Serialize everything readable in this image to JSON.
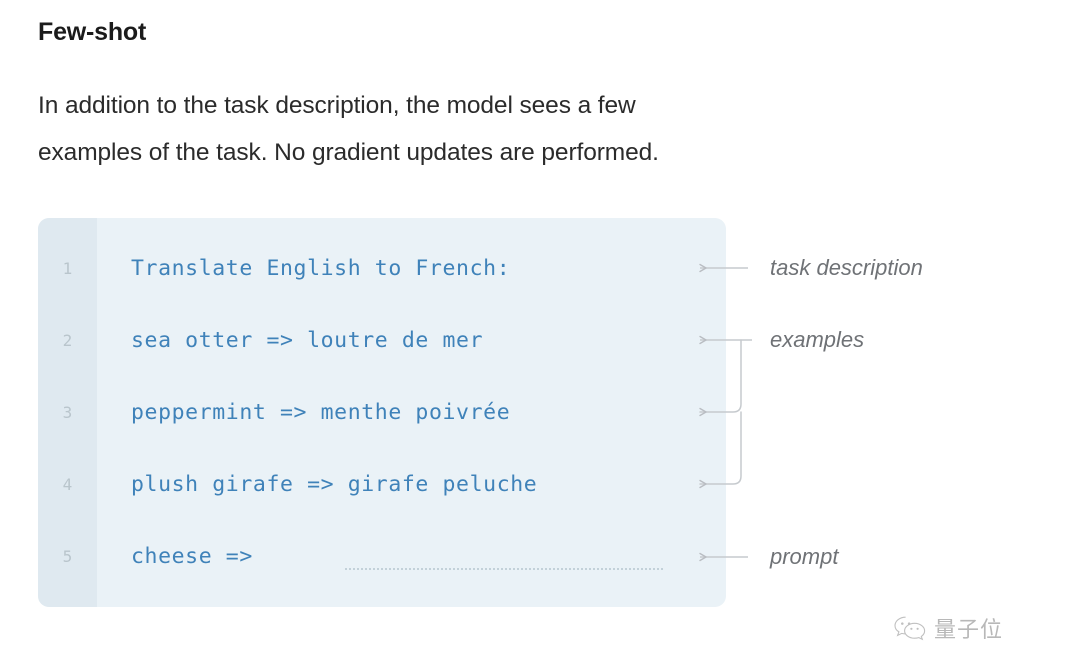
{
  "heading": "Few-shot",
  "description": "In addition to the task description, the model sees a few examples of the task. No gradient updates are performed.",
  "code_block": {
    "lines": [
      {
        "number": "1",
        "text": "Translate English to French:"
      },
      {
        "number": "2",
        "text": "sea otter => loutre de mer"
      },
      {
        "number": "3",
        "text": "peppermint => menthe poivrée"
      },
      {
        "number": "4",
        "text": "plush girafe => girafe peluche"
      },
      {
        "number": "5",
        "text": "cheese =>"
      }
    ],
    "background_color": "#eaf2f7",
    "gutter_color": "#dfe9f0",
    "code_text_color": "#3f82b9",
    "line_number_color": "#b9c5cc"
  },
  "annotations": [
    {
      "label": "task description",
      "target_line": "1"
    },
    {
      "label": "examples",
      "target_lines": "2-4"
    },
    {
      "label": "prompt",
      "target_line": "5"
    }
  ],
  "annotation_labels": {
    "task_description": "task description",
    "examples": "examples",
    "prompt": "prompt"
  },
  "annotation_color": "#6f7276",
  "watermark": {
    "text": "量子位",
    "icon": "wechat-icon"
  }
}
